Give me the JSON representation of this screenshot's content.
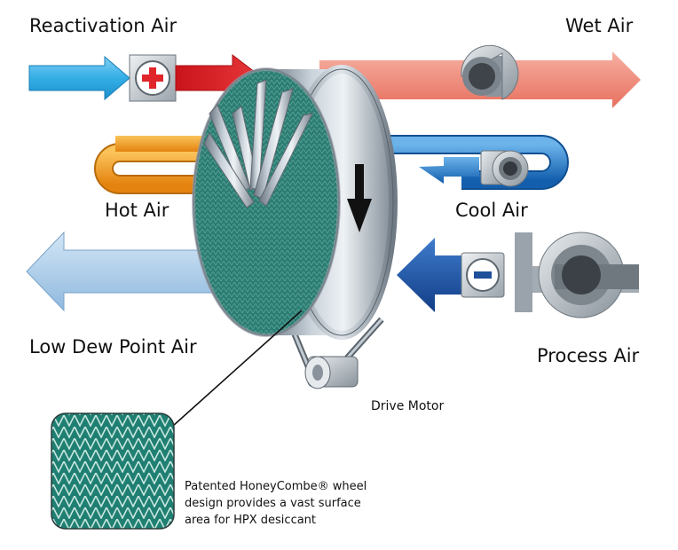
{
  "labels": {
    "reactivation_air": "Reactivation Air",
    "wet_air": "Wet Air",
    "hot_air": "Hot Air",
    "cool_air": "Cool Air",
    "low_dew_point_air": "Low Dew Point Air",
    "process_air": "Process Air",
    "drive_motor": "Drive Motor"
  },
  "caption": {
    "line1": "Patented HoneyCombe® wheel",
    "line2": "design provides a vast surface",
    "line3": "area for HPX desiccant"
  },
  "icons": {
    "heater": "plus-icon",
    "cooler": "minus-icon",
    "fans": "blower-fan-icon",
    "rotation": "down-arrow-icon"
  },
  "colors": {
    "reactivation_in": "#3ab0e8",
    "reactivation_hot": "#e0262b",
    "wet_air": "#ef8a7a",
    "hot_loop": "#f39a1e",
    "cool_loop": "#1a6fc0",
    "low_dew": "#a9cbe8",
    "process_in": "#1d4f9a",
    "honeycomb": "#1f7f72"
  }
}
